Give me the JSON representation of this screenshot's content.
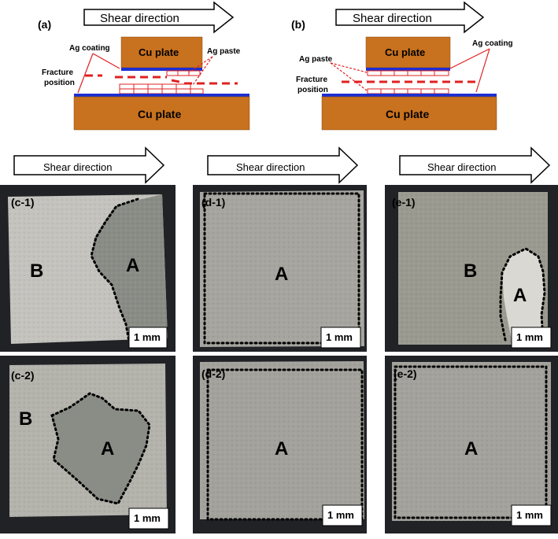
{
  "schematic_a": {
    "panel_label": "(a)",
    "arrow_text": "Shear direction",
    "top_plate": "Cu plate",
    "bottom_plate": "Cu plate",
    "ag_coating": "Ag coating",
    "ag_paste": "Ag paste",
    "fracture_line1": "Fracture",
    "fracture_line2": "position"
  },
  "schematic_b": {
    "panel_label": "(b)",
    "arrow_text": "Shear direction",
    "top_plate": "Cu plate",
    "bottom_plate": "Cu plate",
    "ag_coating": "Ag coating",
    "ag_paste": "Ag paste",
    "fracture_line1": "Fracture",
    "fracture_line2": "position"
  },
  "shear_arrows": [
    "Shear direction",
    "Shear direction",
    "Shear direction"
  ],
  "photos": [
    {
      "panel_label": "(c-1)",
      "regions": [
        "A",
        "B"
      ],
      "scale_bar": "1 mm"
    },
    {
      "panel_label": "(d-1)",
      "regions": [
        "A"
      ],
      "scale_bar": "1 mm"
    },
    {
      "panel_label": "(e-1)",
      "regions": [
        "A",
        "B"
      ],
      "scale_bar": "1 mm"
    },
    {
      "panel_label": "(c-2)",
      "regions": [
        "A",
        "B"
      ],
      "scale_bar": "1 mm"
    },
    {
      "panel_label": "(d-2)",
      "regions": [
        "A"
      ],
      "scale_bar": "1 mm"
    },
    {
      "panel_label": "(e-2)",
      "regions": [
        "A"
      ],
      "scale_bar": "1 mm"
    }
  ],
  "colors": {
    "copper": "#C8711E",
    "ag_coating": "#1E2FD0",
    "fracture": "#E02020",
    "photo_background": "#202226",
    "surface_a": "#8A8C86",
    "surface_b": "#C4C3BE"
  }
}
